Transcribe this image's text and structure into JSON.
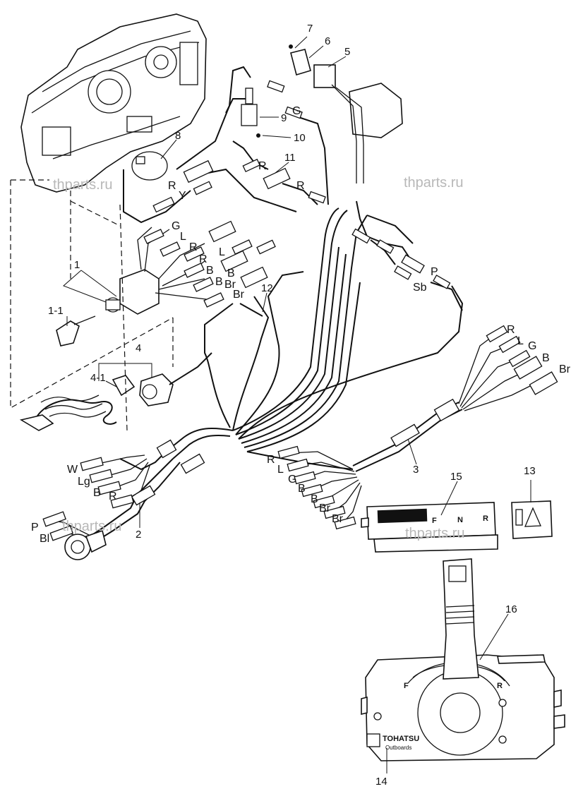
{
  "callouts": {
    "c1": "1",
    "c1_1": "1-1",
    "c2": "2",
    "c3": "3",
    "c4": "4",
    "c4_1": "4-1",
    "c5": "5",
    "c6": "6",
    "c7": "7",
    "c8": "8",
    "c9": "9",
    "c10": "10",
    "c11": "11",
    "c12": "12",
    "c13": "13",
    "c14": "14",
    "c15": "15",
    "c16": "16"
  },
  "wire_labels": {
    "upper_R": "R",
    "upper_Y": "Y",
    "upper_G": "G",
    "upper_L": "L",
    "upper_R2": "R",
    "upper_R3": "R",
    "upper_B": "B",
    "upper_B2": "B",
    "upper_L2": "L",
    "upper_B3": "B",
    "upper_Br": "Br",
    "upper_Br2": "Br",
    "top_G": "G",
    "top_R": "R",
    "top_R2": "R",
    "right_P": "P",
    "right_Sb": "Sb",
    "far_R": "R",
    "far_L": "L",
    "far_G": "G",
    "far_B": "B",
    "far_Br": "Br",
    "left_W": "W",
    "left_Lg": "Lg",
    "left_B": "B",
    "left_R": "R",
    "left_P": "P",
    "left_Bl": "Bl",
    "mid_R": "R",
    "mid_L": "L",
    "mid_G": "G",
    "mid_B": "B",
    "mid_B2": "B",
    "mid_Br": "Br",
    "mid_Br2": "Br"
  },
  "watermark": "thparts.ru",
  "control_box": {
    "brand": "TOHATSU",
    "sub": "Outboards",
    "forward_letter": "F",
    "reverse_letter": "R"
  },
  "label_plate": {
    "left": "F",
    "middle": "N",
    "right": "R"
  }
}
